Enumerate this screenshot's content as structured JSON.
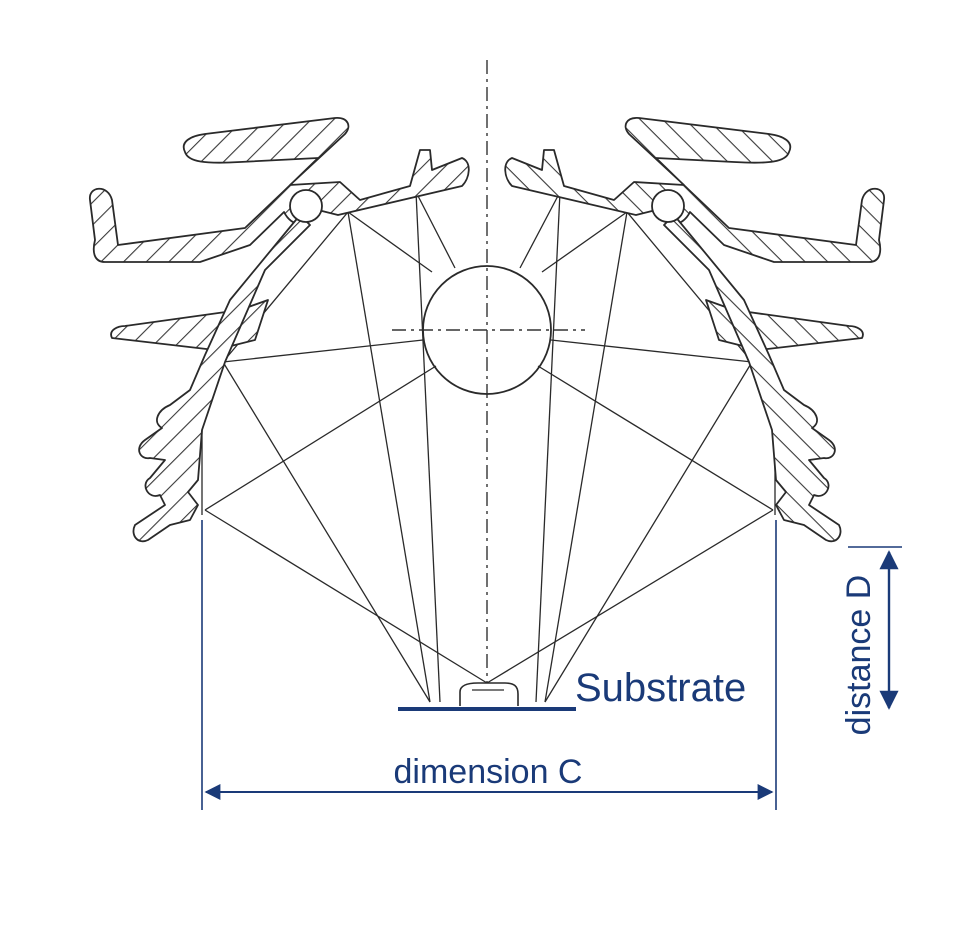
{
  "labels": {
    "substrate": "Substrate",
    "dimension_c": "dimension C",
    "distance_d": "distance D"
  },
  "colors": {
    "ink": "#2a2a2a",
    "annotation": "#1a3a78",
    "hatch": "#3a3a3a"
  }
}
